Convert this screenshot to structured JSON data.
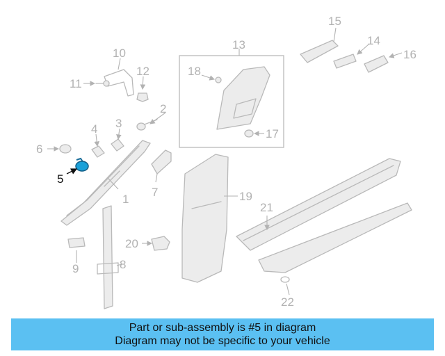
{
  "diagram": {
    "callouts": [
      "1",
      "2",
      "3",
      "4",
      "5",
      "6",
      "7",
      "8",
      "9",
      "10",
      "11",
      "12",
      "13",
      "14",
      "15",
      "16",
      "17",
      "18",
      "19",
      "20",
      "21",
      "22"
    ],
    "highlighted": "5",
    "highlight_color": "#1aa0d8"
  },
  "banner": {
    "line1": "Part or sub-assembly is #5 in diagram",
    "line2": "Diagram may not be specific to your vehicle",
    "background": "#5bc0f2"
  }
}
